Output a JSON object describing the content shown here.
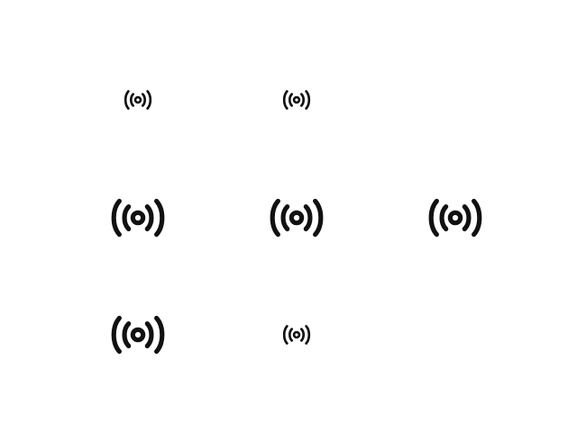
{
  "icons": [
    {
      "name": "broadcast-icon",
      "size": "small",
      "color": "#111111"
    },
    {
      "name": "broadcast-icon",
      "size": "small",
      "color": "#111111"
    },
    {
      "name": "broadcast-icon",
      "size": "large",
      "color": "#111111"
    },
    {
      "name": "broadcast-icon",
      "size": "large",
      "color": "#111111"
    },
    {
      "name": "broadcast-icon",
      "size": "large",
      "color": "#111111"
    },
    {
      "name": "broadcast-icon",
      "size": "large",
      "color": "#111111"
    },
    {
      "name": "broadcast-icon",
      "size": "small",
      "color": "#111111"
    }
  ]
}
